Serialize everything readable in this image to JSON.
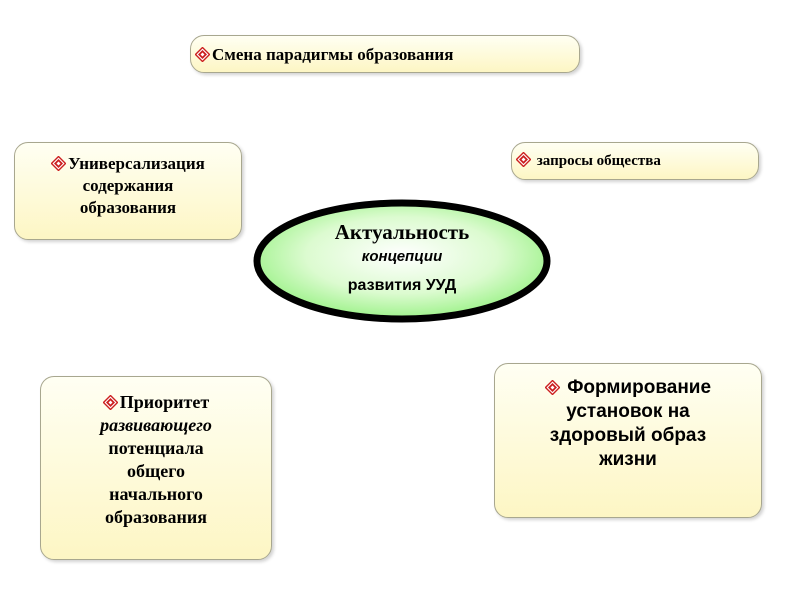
{
  "center": {
    "title": "Актуальность",
    "line2": "концепции",
    "line3": "развития УУД"
  },
  "boxes": {
    "top": {
      "text": "Смена парадигмы образования"
    },
    "upper_left": {
      "lines": [
        "Универсализация",
        "содержания",
        "образования"
      ]
    },
    "upper_right": {
      "text": "запросы общества"
    },
    "lower_left": {
      "lines": [
        "Приоритет",
        "развивающего",
        "потенциала",
        "общего",
        "начального",
        "образования"
      ]
    },
    "lower_right": {
      "lines": [
        "Формирование",
        "установок на",
        "здоровый образ",
        "жизни"
      ]
    }
  },
  "icons": {
    "bullet": "diamond-bullet-icon",
    "bullet_color": "#cc1f1f"
  },
  "colors": {
    "box_fill": "#fdf6c4",
    "ellipse_fill": "#b9f3a8",
    "ellipse_border": "#000000"
  }
}
